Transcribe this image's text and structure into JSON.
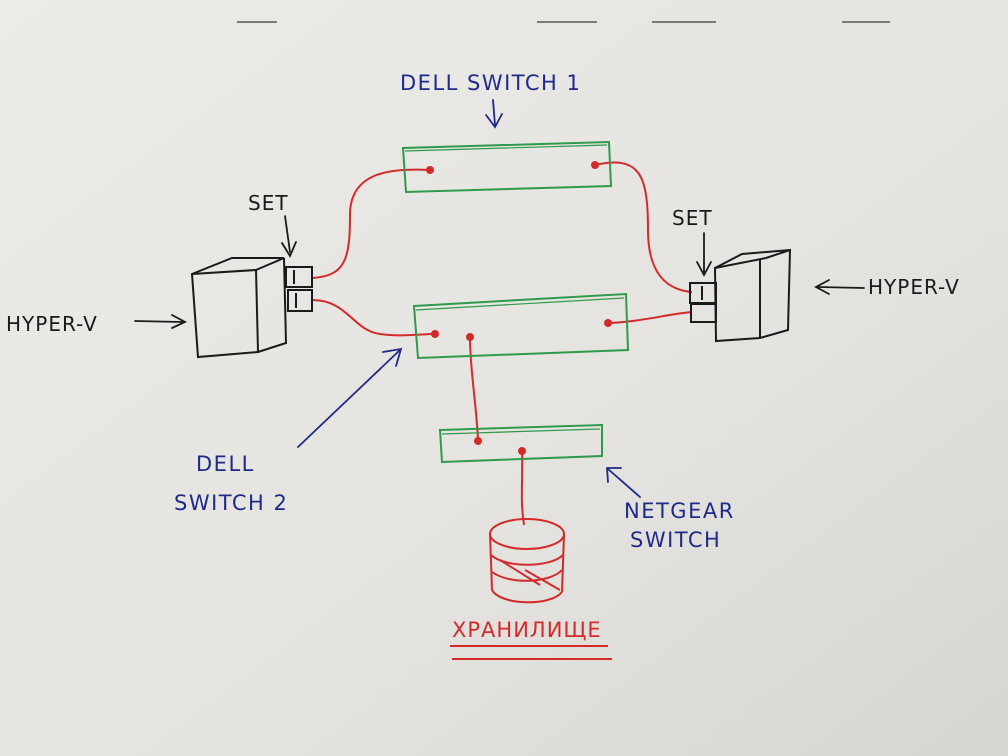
{
  "labels": {
    "dell_switch_1": "DELL SWITCH 1",
    "dell_switch_2_line1": "DELL",
    "dell_switch_2_line2": "SWITCH 2",
    "netgear_line1": "NETGEAR",
    "netgear_line2": "SWITCH",
    "hyperv_left": "HYPER-V",
    "hyperv_right": "HYPER-V",
    "set_left": "SET",
    "set_right": "SET",
    "storage": "ХРАНИЛИЩЕ"
  },
  "colors": {
    "switch_outline": "#2f9a4a",
    "cable": "#d42a2a",
    "label_blue": "#1f2a8a",
    "server_ink": "#1a1a1a",
    "paper": "#e6e5e1"
  }
}
